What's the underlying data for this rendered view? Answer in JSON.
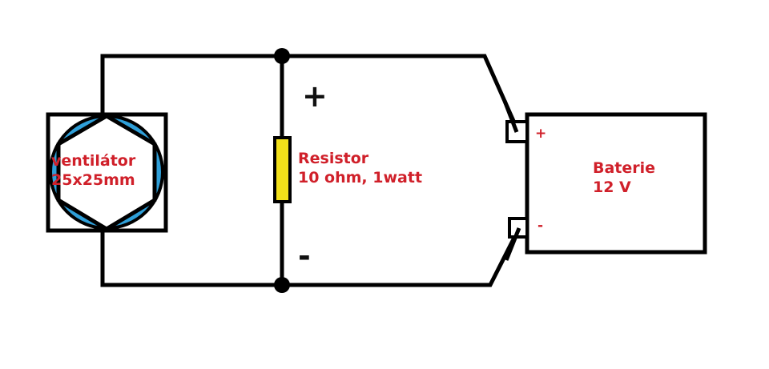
{
  "fan": {
    "label_line1": "ventilátor",
    "label_line2": "25x25mm"
  },
  "resistor": {
    "label_line1": "Resistor",
    "label_line2": "10 ohm, 1watt"
  },
  "battery": {
    "label_line1": "Baterie",
    "label_line2": "12 V",
    "plus": "+",
    "minus": "-"
  },
  "polarity": {
    "plus": "+",
    "minus": "-"
  },
  "colors": {
    "label": "#d0202a",
    "resistor_fill": "#f2e01a",
    "fan_ring": "#2f9fd8",
    "wire": "#000000"
  }
}
